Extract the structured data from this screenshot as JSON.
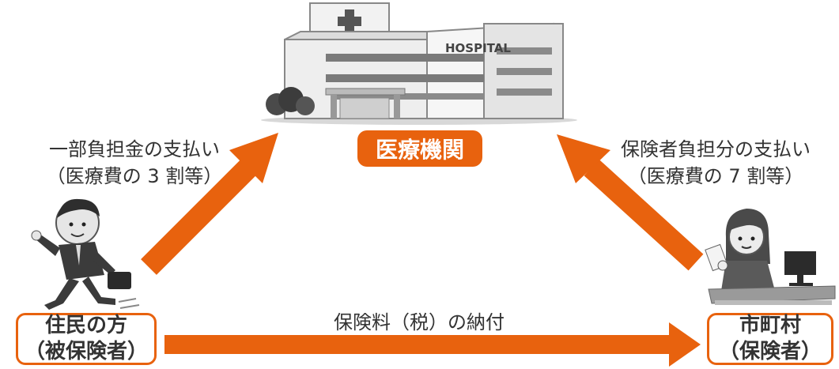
{
  "hospital": {
    "sign": "HOSPITAL",
    "label": "医療機関"
  },
  "left_payment": {
    "line1": "一部負担金の支払い",
    "line2": "（医療費の 3 割等）"
  },
  "right_payment": {
    "line1": "保険者負担分の支払い",
    "line2": "（医療費の 7 割等）"
  },
  "bottom_flow": {
    "label": "保険料（税）の納付"
  },
  "resident": {
    "line1": "住民の方",
    "line2": "（被保険者）"
  },
  "municipality": {
    "line1": "市町村",
    "line2": "（保険者）"
  },
  "colors": {
    "accent": "#e8620e"
  }
}
